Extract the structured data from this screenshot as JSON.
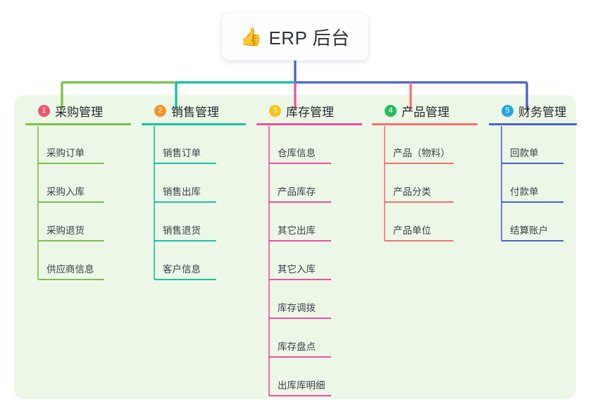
{
  "root": {
    "icon": "thumbs-up-icon",
    "emoji": "👍",
    "title": "ERP 后台"
  },
  "theme": {
    "panel_bg": "#edf7e8",
    "card_bg": "#fdfdfd",
    "root_stem": "#4d5cc4",
    "text": "#2f3338"
  },
  "columns": [
    {
      "number": "1",
      "label": "采购管理",
      "badge_color": "#f2546d",
      "line_color": "#7cc04a",
      "connector_color": "#7cc04a",
      "items": [
        {
          "label": "采购订单"
        },
        {
          "label": "采购入库"
        },
        {
          "label": "采购退货"
        },
        {
          "label": "供应商信息"
        }
      ]
    },
    {
      "number": "2",
      "label": "销售管理",
      "badge_color": "#f39326",
      "line_color": "#16c2a3",
      "connector_color": "#10bfa3",
      "items": [
        {
          "label": "销售订单"
        },
        {
          "label": "销售出库"
        },
        {
          "label": "销售退货"
        },
        {
          "label": "客户信息"
        }
      ]
    },
    {
      "number": "3",
      "label": "库存管理",
      "badge_color": "#f5c518",
      "line_color": "#ef4fa0",
      "connector_color": "#ef4fa0",
      "items": [
        {
          "label": "仓库信息"
        },
        {
          "label": "产品库存"
        },
        {
          "label": "其它出库"
        },
        {
          "label": "其它入库"
        },
        {
          "label": "库存调拨"
        },
        {
          "label": "库存盘点"
        },
        {
          "label": "出库库明细"
        }
      ]
    },
    {
      "number": "4",
      "label": "产品管理",
      "badge_color": "#28ba5d",
      "line_color": "#f4716e",
      "connector_color": "#f4716e",
      "items": [
        {
          "label": "产品（物料）"
        },
        {
          "label": "产品分类"
        },
        {
          "label": "产品单位"
        }
      ]
    },
    {
      "number": "5",
      "label": "财务管理",
      "badge_color": "#22a6e8",
      "line_color": "#4a63c8",
      "connector_color": "#4a63c8",
      "items": [
        {
          "label": "回款单"
        },
        {
          "label": "付款单"
        },
        {
          "label": "结算账户"
        }
      ]
    }
  ]
}
